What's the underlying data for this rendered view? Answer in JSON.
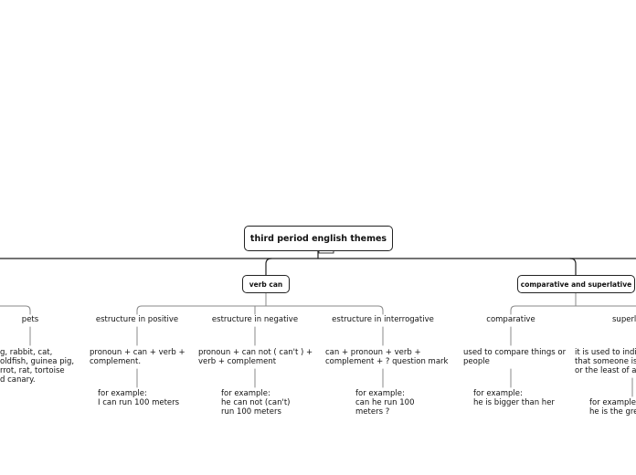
{
  "root": {
    "label": "third period english themes"
  },
  "branches": {
    "verb_can": {
      "label": "verb can"
    },
    "comparative_superlative": {
      "label": "comparative and superlative"
    }
  },
  "pets": {
    "label": "pets",
    "text": "g, rabbit, cat,\noldfish, guinea pig,\nrrot, rat, tortoise\nd canary."
  },
  "positive": {
    "label": "estructure in positive",
    "text": "pronoun + can + verb +\ncomplement.",
    "example": "for example:\nI can run 100 meters"
  },
  "negative": {
    "label": "estructure in negative",
    "text": "pronoun + can not ( can't ) +\nverb + complement",
    "example": "for example:\nhe can not (can't)\nrun 100 meters"
  },
  "interrogative": {
    "label": "estructure in interrogative",
    "text": "can + pronoun + verb +\ncomplement + ? question mark",
    "example": "for example:\ncan he run 100\nmeters ?"
  },
  "comparative": {
    "label": "comparative",
    "text": "used to compare things or\npeople",
    "example": "for example:\nhe is bigger than her"
  },
  "superlative": {
    "label": "superla",
    "text": "it is used to indic\nthat someone is\nor the least of al",
    "example": "for example:\nhe is the gre"
  }
}
